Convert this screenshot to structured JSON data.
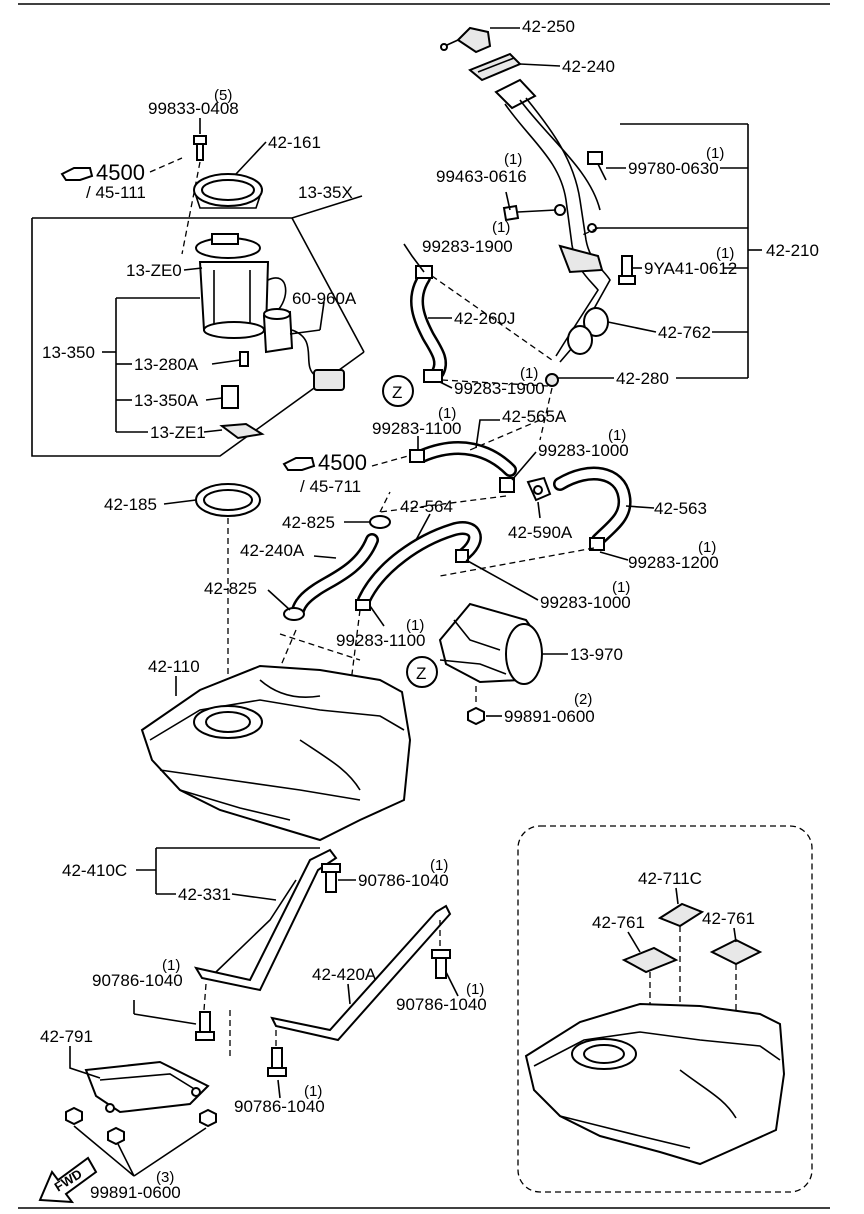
{
  "labels": {
    "p42_250": "42-250",
    "p42_240": "42-240",
    "p99833_0408": "99833-0408",
    "q99833_0408": "(5)",
    "p42_161": "42-161",
    "ref4500_a": "4500",
    "ref45_111": "/ 45-111",
    "p13_35X": "13-35X",
    "p99463_0616": "99463-0616",
    "q99463_0616": "(1)",
    "p99780_0630": "99780-0630",
    "q99780_0630": "(1)",
    "p99283_1900_a": "99283-1900",
    "q99283_1900_a": "(1)",
    "p42_210": "42-210",
    "p9YA41_0612": "9YA41-0612",
    "q9YA41_0612": "(1)",
    "p13_ZE0": "13-ZE0",
    "p60_960A": "60-960A",
    "p42_260J": "42-260J",
    "p13_350": "13-350",
    "p13_280A": "13-280A",
    "p42_762": "42-762",
    "p99283_1900_b": "99283-1900",
    "z_a": "Z",
    "p42_280": "42-280",
    "q42_280": "(1)",
    "p13_350A": "13-350A",
    "p13_ZE1": "13-ZE1",
    "p99283_1100_a": "99283-1100",
    "q99283_1100_a": "(1)",
    "p42_565A": "42-565A",
    "p99283_1000_a": "99283-1000",
    "q99283_1000_a": "(1)",
    "ref4500_b": "4500",
    "ref45_711": "/ 45-711",
    "p42_185": "42-185",
    "p42_564": "42-564",
    "p42_563": "42-563",
    "p42_825_a": "42-825",
    "p42_590A": "42-590A",
    "p42_240A": "42-240A",
    "p99283_1200": "99283-1200",
    "q99283_1200": "(1)",
    "p42_825_b": "42-825",
    "p99283_1000_b": "99283-1000",
    "q99283_1000_b": "(1)",
    "p99283_1100_b": "99283-1100",
    "q99283_1100_b": "(1)",
    "p13_970": "13-970",
    "p42_110": "42-110",
    "z_b": "Z",
    "p99891_0600_a": "99891-0600",
    "q99891_0600_a": "(2)",
    "p42_711C": "42-711C",
    "p42_410C": "42-410C",
    "p90786_1040_a": "90786-1040",
    "q90786_1040_a": "(1)",
    "p42_761_a": "42-761",
    "p42_761_b": "42-761",
    "p42_331": "42-331",
    "p42_420A": "42-420A",
    "p90786_1040_b": "90786-1040",
    "q90786_1040_b": "(1)",
    "p90786_1040_c": "90786-1040",
    "q90786_1040_c": "(1)",
    "p42_791": "42-791",
    "p90786_1040_d": "90786-1040",
    "q90786_1040_d": "(1)",
    "p99891_0600_b": "99891-0600",
    "q99891_0600_b": "(3)",
    "fwd": "FWD"
  }
}
